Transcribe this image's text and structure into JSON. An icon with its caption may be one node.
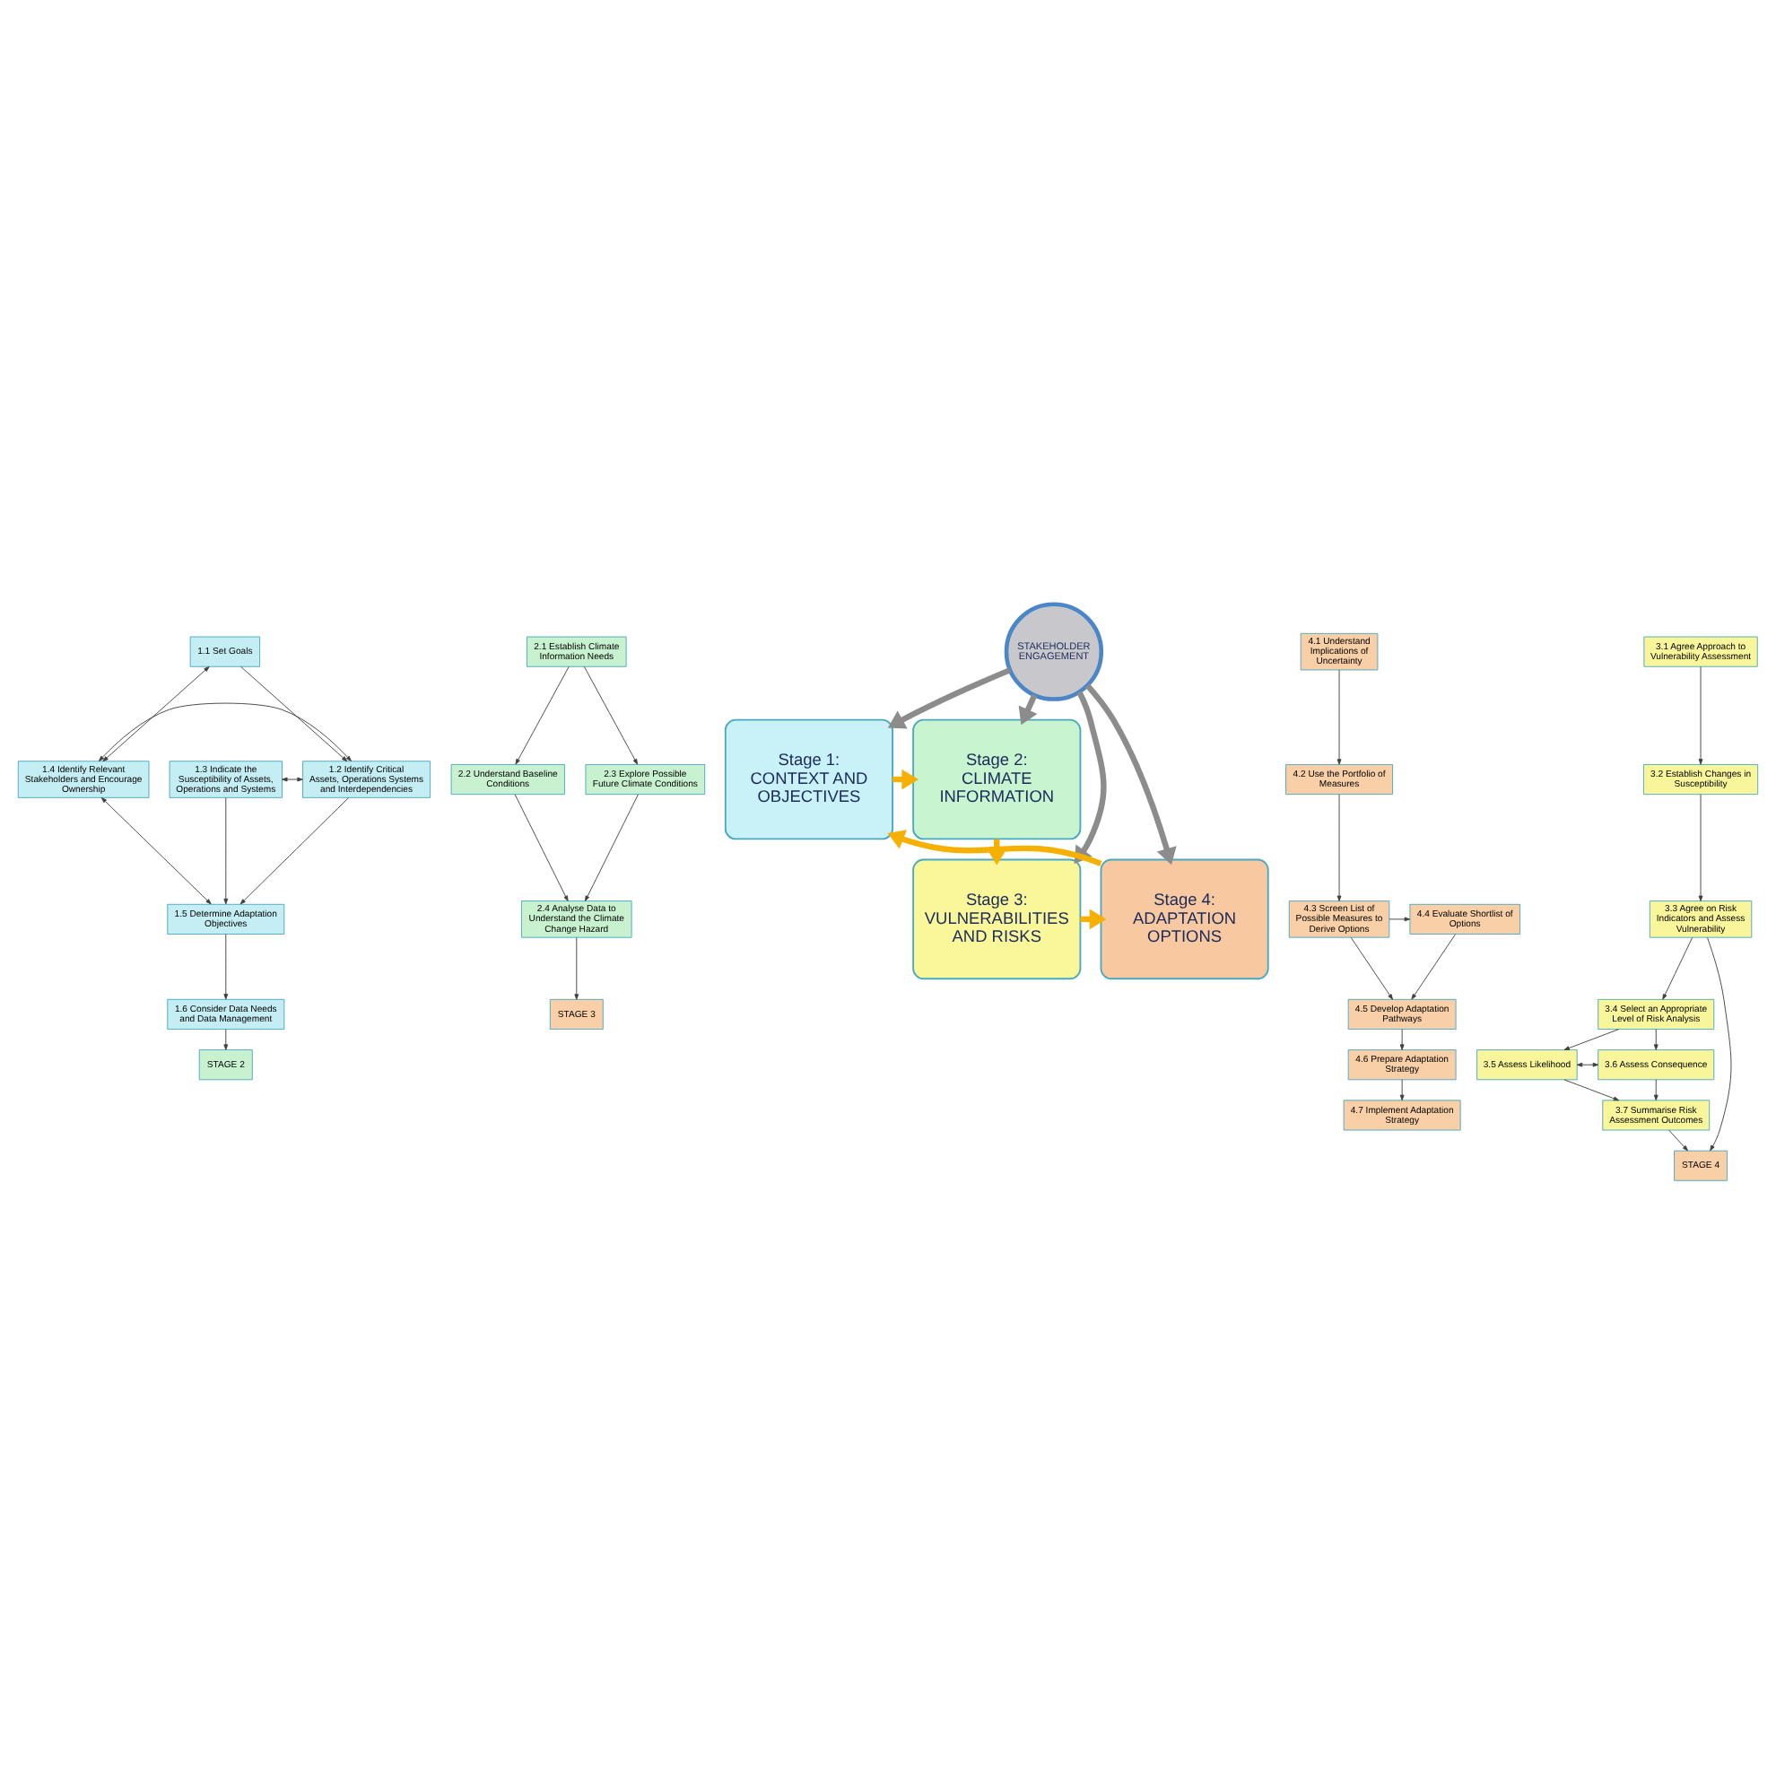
{
  "diagram": {
    "nodes": [
      {
        "text": [
          "1.1 Set Goals"
        ]
      },
      {
        "text": [
          "1.3 Indicate the Susceptibility of Assets, Operations and Systems"
        ]
      },
      {
        "text": [
          "1.2 Identify Critical Assets, Operations Systems and Interdependencies"
        ]
      },
      {
        "text": [
          "1.4 Identify Relevant Stakeholders and Encourage Ownership"
        ]
      },
      {
        "text": [
          "1.5 Determine Adaptation Objectives"
        ]
      },
      {
        "text": [
          "1.6 Consider Data Needs and Data Management"
        ]
      },
      {
        "text": [
          "STAGE 2"
        ]
      },
      {
        "text": [
          "2.1 Establish Climate Information Needs"
        ]
      },
      {
        "text": [
          "2.2 Understand Baseline Conditions"
        ]
      },
      {
        "text": [
          "2.3 Explore Possible Future Climate Conditions"
        ]
      },
      {
        "text": [
          "2.4 Analyse Data to Understand the Climate Change Hazard"
        ]
      },
      {
        "text": [
          "STAGE 3"
        ]
      },
      {
        "text": [
          "Stage 1:",
          "CONTEXT AND OBJECTIVES"
        ]
      },
      {
        "text": [
          "Stage 2:",
          "CLIMATE INFORMATION"
        ]
      },
      {
        "text": [
          "STAKEHOLDER ENGAGEMENT"
        ]
      },
      {
        "text": [
          "Stage 4:",
          "ADAPTATION OPTIONS"
        ]
      },
      {
        "text": [
          "Stage 3:",
          "VULNERABILITIES AND RISKS"
        ]
      },
      {
        "text": [
          "4.1 Understand Implications of Uncertainty"
        ]
      },
      {
        "text": [
          "4.2 Use the Portfolio of Measures"
        ]
      },
      {
        "text": [
          "4.3 Screen List of Possible Measures to Derive Options"
        ]
      },
      {
        "text": [
          "4.4 Evaluate Shortlist of Options"
        ]
      },
      {
        "text": [
          "4.5 Develop Adaptation Pathways"
        ]
      },
      {
        "text": [
          "4.6 Prepare Adaptation Strategy"
        ]
      },
      {
        "text": [
          "4.7 Implement Adaptation Strategy"
        ]
      },
      {
        "text": [
          "3.1 Agree Approach to Vulnerability Assessment"
        ]
      },
      {
        "text": [
          "3.2 Establish Changes in Susceptibility"
        ]
      },
      {
        "text": [
          "3.3 Agree on Risk Indicators and Assess Vulnerability"
        ]
      },
      {
        "text": [
          "3.4 Select an Appropriate Level of Risk Analysis"
        ]
      },
      {
        "text": [
          "3.5 Assess Likelihood"
        ]
      },
      {
        "text": [
          "3.6 Assess Consequence"
        ]
      },
      {
        "text": [
          "3.7 Summarise Risk Assessment Outcomes"
        ]
      },
      {
        "text": [
          "STAGE 4"
        ]
      }
    ],
    "edges": [
      {
        "from": 0,
        "to": 2,
        "arrow": "to"
      },
      {
        "from": 0,
        "to": 3,
        "arrow": "both"
      },
      {
        "from": 1,
        "to": 2,
        "arrow": "both"
      },
      {
        "from": 3,
        "to": 2,
        "arrow": "both"
      },
      {
        "from": 1,
        "to": 4,
        "arrow": "to"
      },
      {
        "from": 2,
        "to": 4,
        "arrow": "to"
      },
      {
        "from": 4,
        "to": 3,
        "arrow": "both"
      },
      {
        "from": 4,
        "to": 5,
        "arrow": "to"
      },
      {
        "from": 5,
        "to": 6,
        "arrow": "to"
      },
      {
        "from": 7,
        "to": 8,
        "arrow": "to"
      },
      {
        "from": 7,
        "to": 9,
        "arrow": "to"
      },
      {
        "from": 8,
        "to": 10,
        "arrow": "to"
      },
      {
        "from": 9,
        "to": 10,
        "arrow": "to"
      },
      {
        "from": 10,
        "to": 11,
        "arrow": "to"
      },
      {
        "from": 12,
        "to": 13,
        "arrow": "to",
        "style": "thick",
        "color": "#f5b000"
      },
      {
        "from": 13,
        "to": 16,
        "arrow": "to",
        "style": "thick",
        "color": "#f5b000"
      },
      {
        "from": 16,
        "to": 15,
        "arrow": "to",
        "style": "thick",
        "color": "#f5b000"
      },
      {
        "from": 15,
        "to": 12,
        "arrow": "to",
        "style": "thick",
        "color": "#f5b000"
      },
      {
        "from": 14,
        "to": 12,
        "arrow": "to",
        "style": "thick",
        "color": "#8c8c8c"
      },
      {
        "from": 14,
        "to": 13,
        "arrow": "to",
        "style": "thick",
        "color": "#8c8c8c"
      },
      {
        "from": 14,
        "to": 15,
        "arrow": "to",
        "style": "thick",
        "color": "#8c8c8c"
      },
      {
        "from": 14,
        "to": 16,
        "arrow": "to",
        "style": "thick",
        "color": "#8c8c8c"
      },
      {
        "from": 17,
        "to": 18,
        "arrow": "to"
      },
      {
        "from": 18,
        "to": 19,
        "arrow": "to"
      },
      {
        "from": 19,
        "to": 20,
        "arrow": "to"
      },
      {
        "from": 19,
        "to": 21,
        "arrow": "to"
      },
      {
        "from": 20,
        "to": 21,
        "arrow": "to"
      },
      {
        "from": 21,
        "to": 22,
        "arrow": "to"
      },
      {
        "from": 22,
        "to": 23,
        "arrow": "to"
      },
      {
        "from": 24,
        "to": 25,
        "arrow": "to"
      },
      {
        "from": 25,
        "to": 26,
        "arrow": "to"
      },
      {
        "from": 26,
        "to": 27,
        "arrow": "to"
      },
      {
        "from": 27,
        "to": 28,
        "arrow": "to"
      },
      {
        "from": 27,
        "to": 29,
        "arrow": "to"
      },
      {
        "from": 28,
        "to": 29,
        "arrow": "both"
      },
      {
        "from": 28,
        "to": 30,
        "arrow": "to"
      },
      {
        "from": 29,
        "to": 30,
        "arrow": "to"
      },
      {
        "from": 26,
        "to": 31,
        "arrow": "to"
      },
      {
        "from": 30,
        "to": 31,
        "arrow": "to"
      }
    ]
  }
}
